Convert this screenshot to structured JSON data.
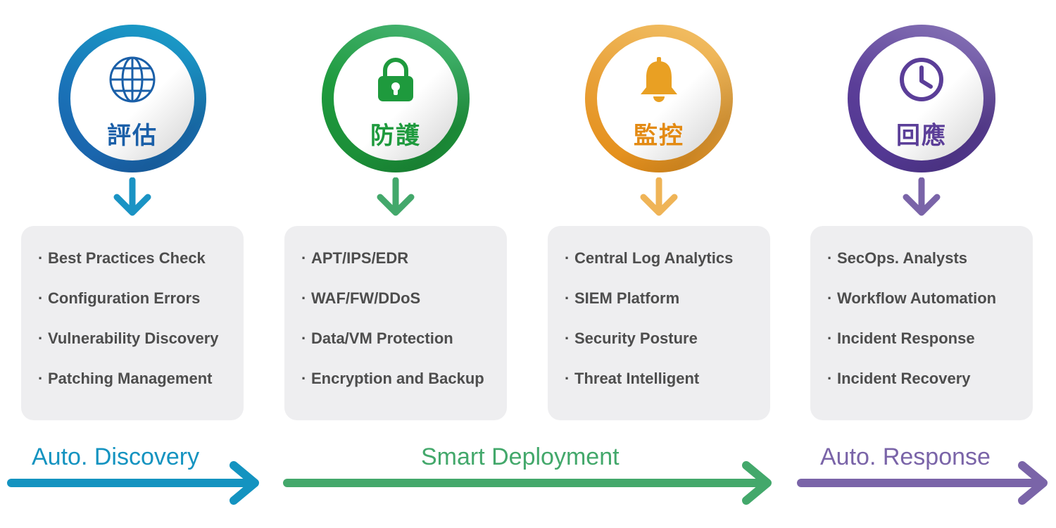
{
  "phases": [
    {
      "label": "評估",
      "icon": "globe-icon",
      "color": "#1a73b8",
      "color_light": "#1aa3c9",
      "items": [
        "Best Practices Check",
        "Configuration Errors",
        "Vulnerability Discovery",
        "Patching Management"
      ]
    },
    {
      "label": "防護",
      "icon": "lock-icon",
      "color": "#1e9a3d",
      "color_light": "#4cb77a",
      "items": [
        "APT/IPS/EDR",
        "WAF/FW/DDoS",
        "Data/VM Protection",
        "Encryption and Backup"
      ]
    },
    {
      "label": "監控",
      "icon": "bell-icon",
      "color": "#e38a13",
      "color_light": "#f2c26a",
      "items": [
        "Central Log Analytics",
        "SIEM Platform",
        "Security Posture",
        "Threat Intelligent"
      ]
    },
    {
      "label": "回應",
      "icon": "clock-icon",
      "color": "#5b3e98",
      "color_light": "#8a78b8",
      "items": [
        "SecOps. Analysts",
        "Workflow Automation",
        "Incident Response",
        "Incident Recovery"
      ]
    }
  ],
  "bullet": "·",
  "flows": [
    {
      "label": "Auto. Discovery",
      "color": "#1493c0"
    },
    {
      "label": "Smart Deployment",
      "color": "#43a86b"
    },
    {
      "label": "Auto. Response",
      "color": "#7a64a8"
    }
  ]
}
